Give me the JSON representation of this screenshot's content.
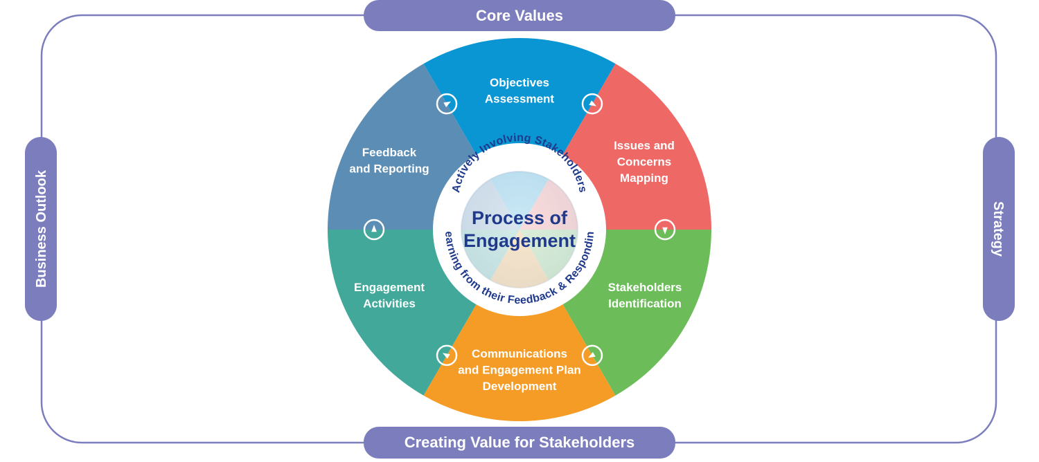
{
  "frame": {
    "top": "Core Values",
    "bottom": "Creating Value for Stakeholders",
    "left": "Business Outlook",
    "right": "Strategy",
    "color": "#7b7dbd"
  },
  "center": {
    "title_line1": "Process of",
    "title_line2": "Engagement",
    "ring_top": "Actively Involving Stakeholders",
    "ring_bottom": "Learning from their Feedback & Responding"
  },
  "segments": [
    {
      "lines": [
        "Objectives",
        "Assessment"
      ],
      "color": "#0a96d2"
    },
    {
      "lines": [
        "Issues and",
        "Concerns",
        "Mapping"
      ],
      "color": "#ee6866"
    },
    {
      "lines": [
        "Stakeholders",
        "Identification"
      ],
      "color": "#6cbd5a"
    },
    {
      "lines": [
        "Communications",
        "and Engagement Plan",
        "Development"
      ],
      "color": "#f49c26"
    },
    {
      "lines": [
        "Engagement",
        "Activities"
      ],
      "color": "#41a89a"
    },
    {
      "lines": [
        "Feedback",
        "and Reporting"
      ],
      "color": "#5b8db5"
    }
  ],
  "arrow_icons": [
    "chevron-icon",
    "chevron-icon",
    "chevron-icon",
    "chevron-icon",
    "chevron-icon",
    "chevron-icon"
  ]
}
